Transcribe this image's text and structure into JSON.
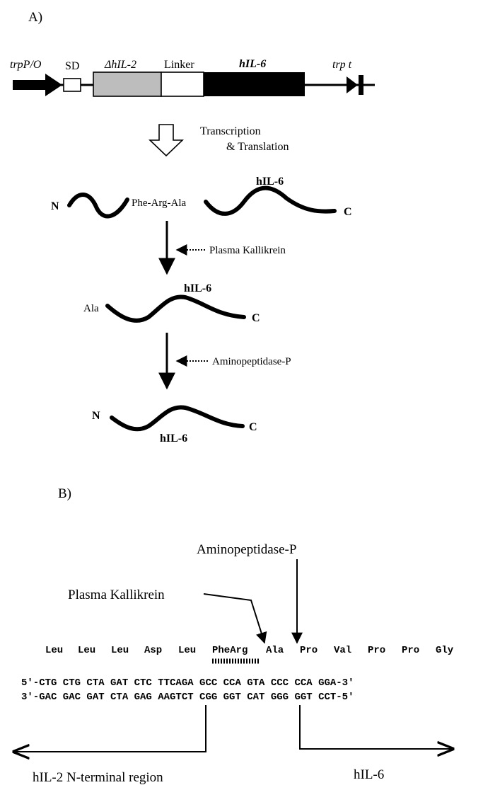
{
  "panel_a": {
    "label": "A)",
    "construct": {
      "promoter": "trpP/O",
      "sd": "SD",
      "delta_hil2": "ΔhIL-2",
      "linker": "Linker",
      "hil6": "hIL-6",
      "terminator": "trp t"
    },
    "step_transcription": {
      "line1": "Transcription",
      "line2": "& Translation"
    },
    "fusion": {
      "n_terminus": "N",
      "cleavage_site": "Phe-Arg-Ala",
      "protein": "hIL-6",
      "c_terminus": "C"
    },
    "enzyme1": "Plasma Kallikrein",
    "intermediate": {
      "n_residue": "Ala",
      "protein": "hIL-6",
      "c_terminus": "C"
    },
    "enzyme2": "Aminopeptidase-P",
    "final": {
      "n_terminus": "N",
      "protein": "hIL-6",
      "c_terminus": "C"
    }
  },
  "panel_b": {
    "label": "B)",
    "enzyme_top": "Aminopeptidase-P",
    "enzyme_mid": "Plasma Kallikrein",
    "amino_acids": [
      "Leu",
      "Leu",
      "Leu",
      "Asp",
      "Leu",
      "PheArg",
      "Ala",
      "Pro",
      "Val",
      "Pro",
      "Pro",
      "Gly"
    ],
    "strand_top": "5'-CTG CTG CTA GAT CTC TTCAGA GCC CCA GTA CCC CCA GGA-3'",
    "strand_bottom": "3'-GAC GAC GAT CTA GAG AAGTCT CGG GGT CAT GGG GGT CCT-5'",
    "region_left": "hIL-2 N-terminal region",
    "region_right": "hIL-6"
  }
}
